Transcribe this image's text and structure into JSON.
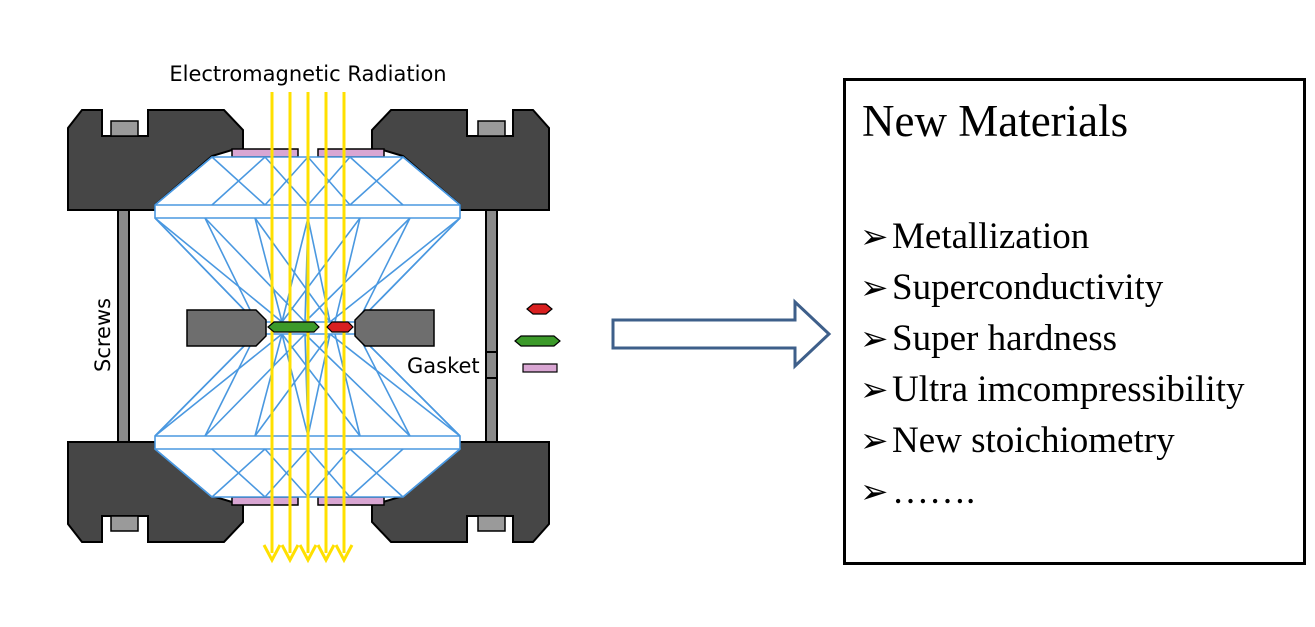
{
  "diagram": {
    "radiation_label": "Electromagnetic Radiation",
    "screws_label": "Screws",
    "gasket_label": "Gasket",
    "colors": {
      "frame": "#464646",
      "gasket": "#6e6e6e",
      "diamond_lines": "#4a98e0",
      "radiation": "#ffe000",
      "seat": "#d9a6d3",
      "sample_green": "#3c9a2a",
      "sample_red": "#d92020"
    }
  },
  "box": {
    "title": "New Materials",
    "bullet": "➢",
    "items": [
      "Metallization",
      "Superconductivity",
      "Super hardness",
      "Ultra imcompressibility",
      "New stoichiometry",
      "……."
    ]
  }
}
